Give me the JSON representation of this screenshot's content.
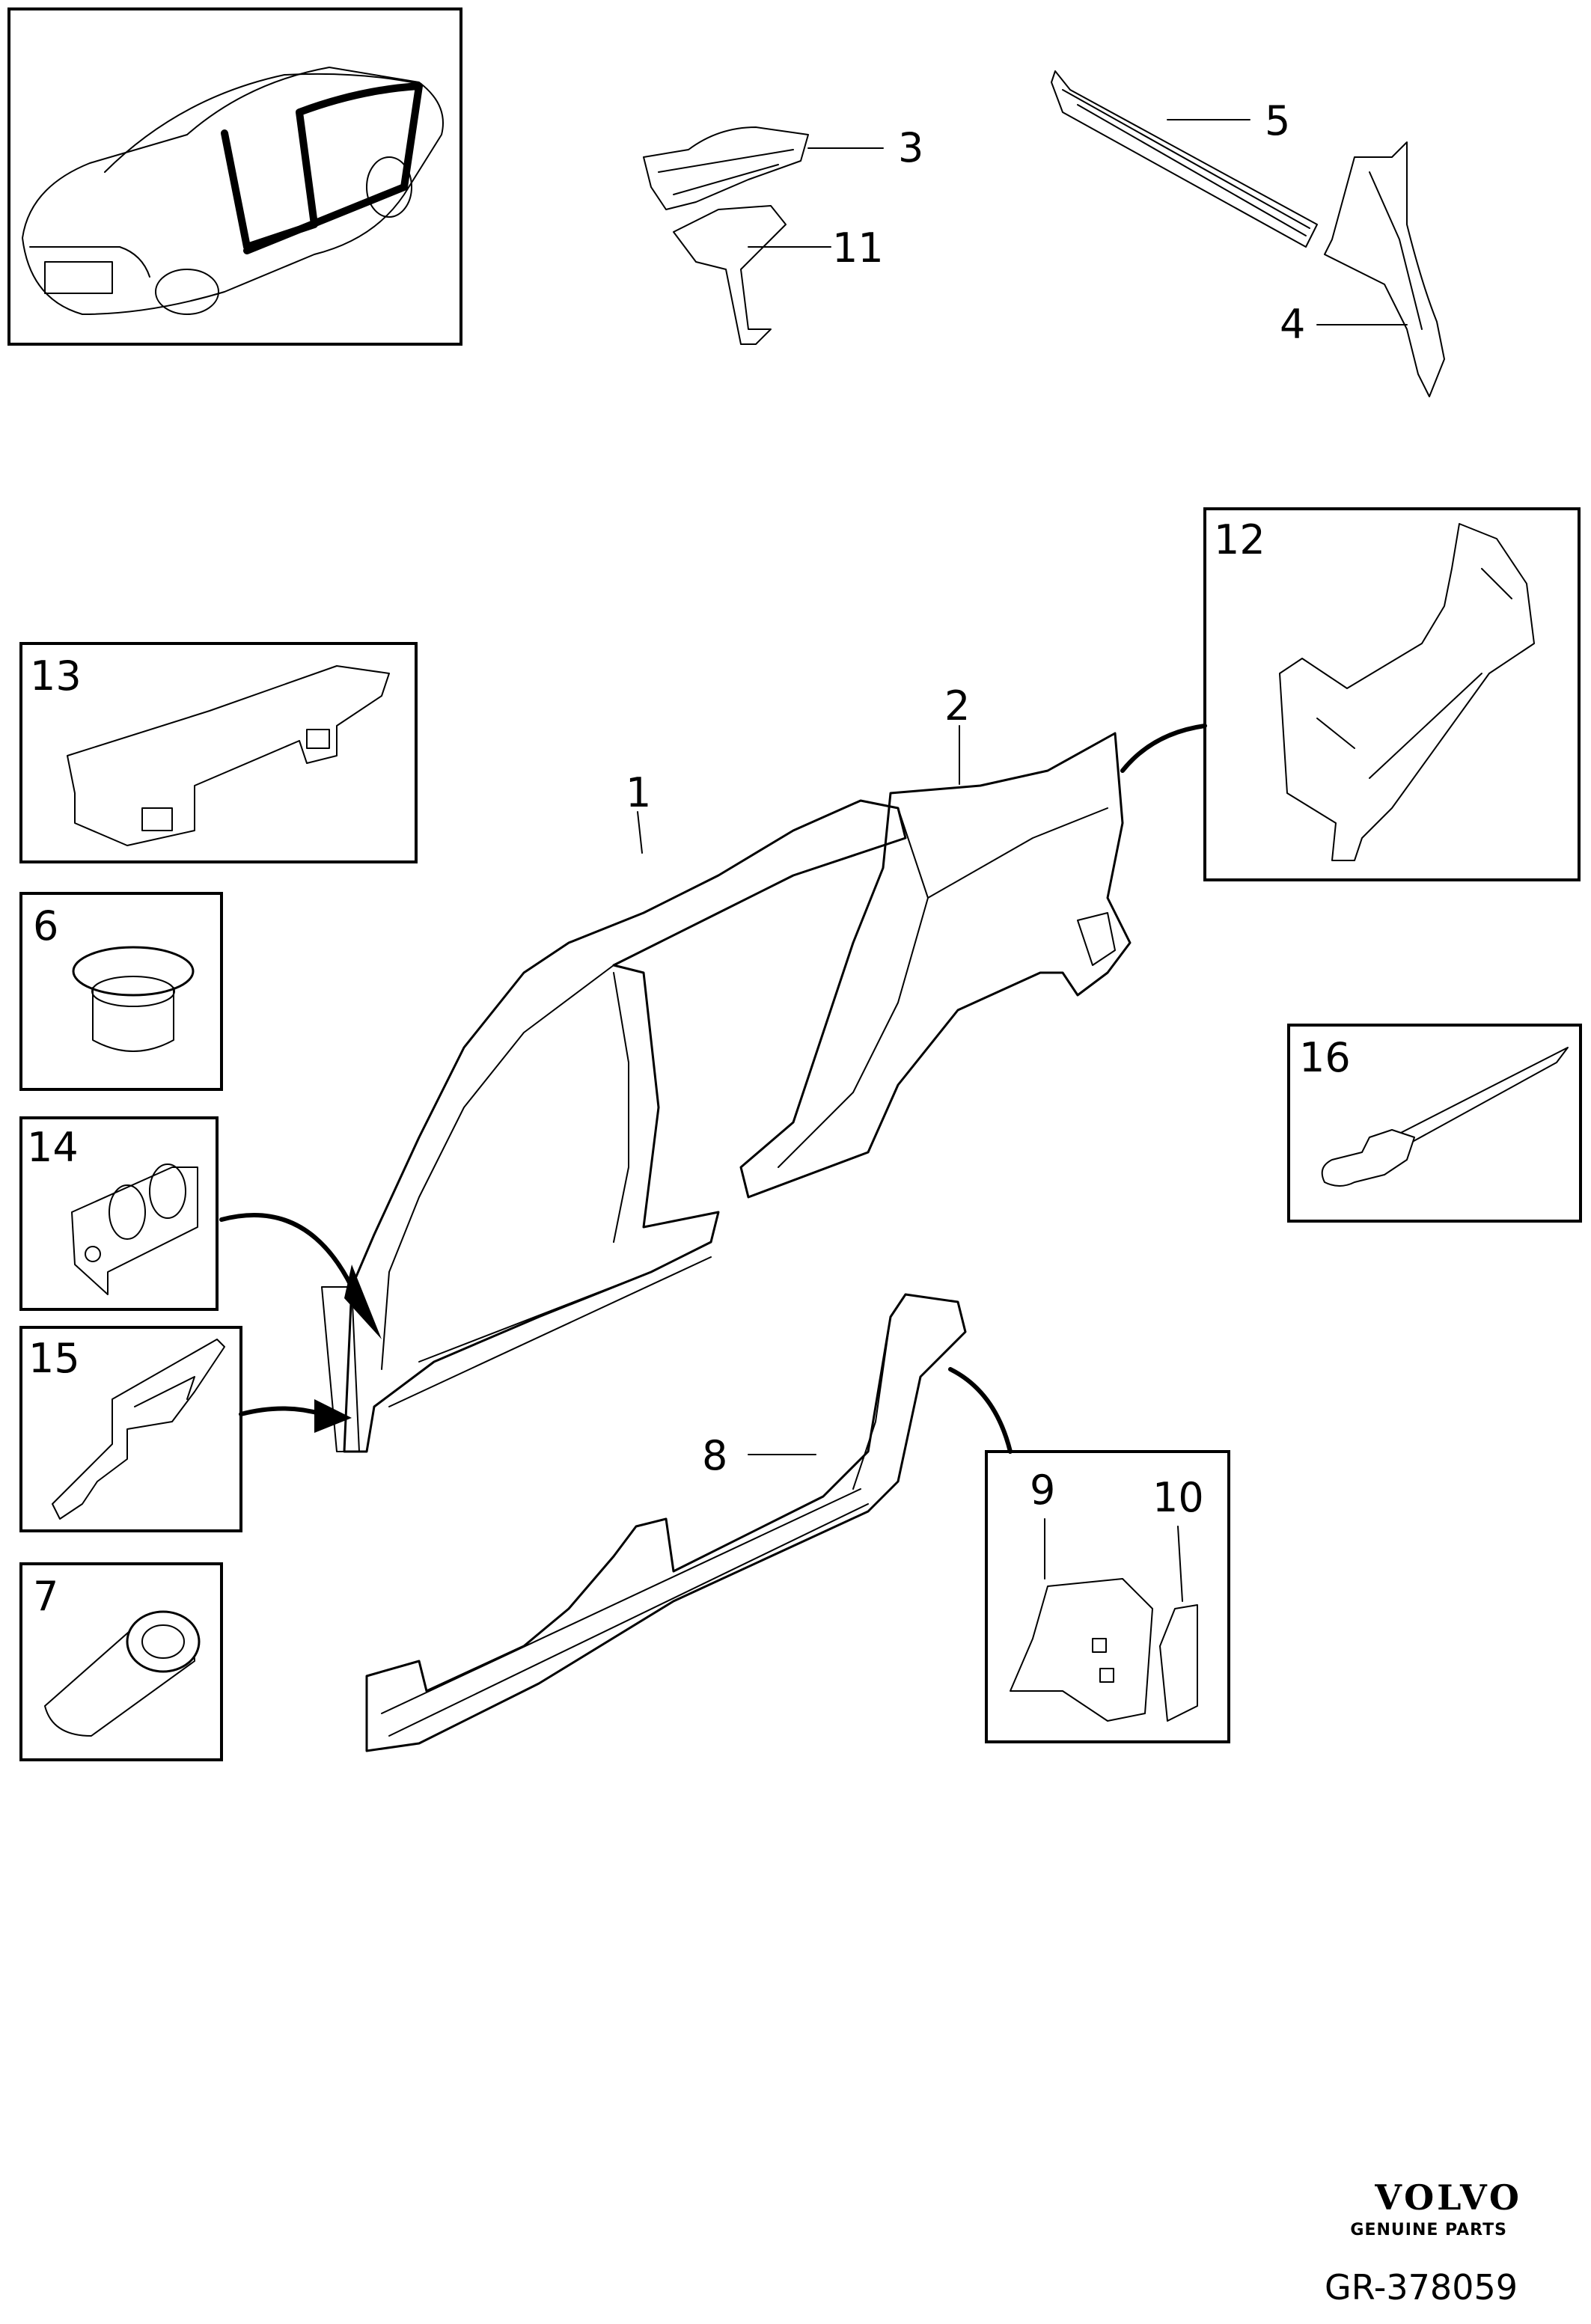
{
  "diagram": {
    "callouts": [
      "1",
      "2",
      "3",
      "4",
      "5",
      "6",
      "7",
      "8",
      "9",
      "10",
      "11",
      "12",
      "13",
      "14",
      "15",
      "16"
    ],
    "brand": "VOLVO",
    "brand_sub": "GENUINE PARTS",
    "drawing_id": "GR-378059"
  }
}
